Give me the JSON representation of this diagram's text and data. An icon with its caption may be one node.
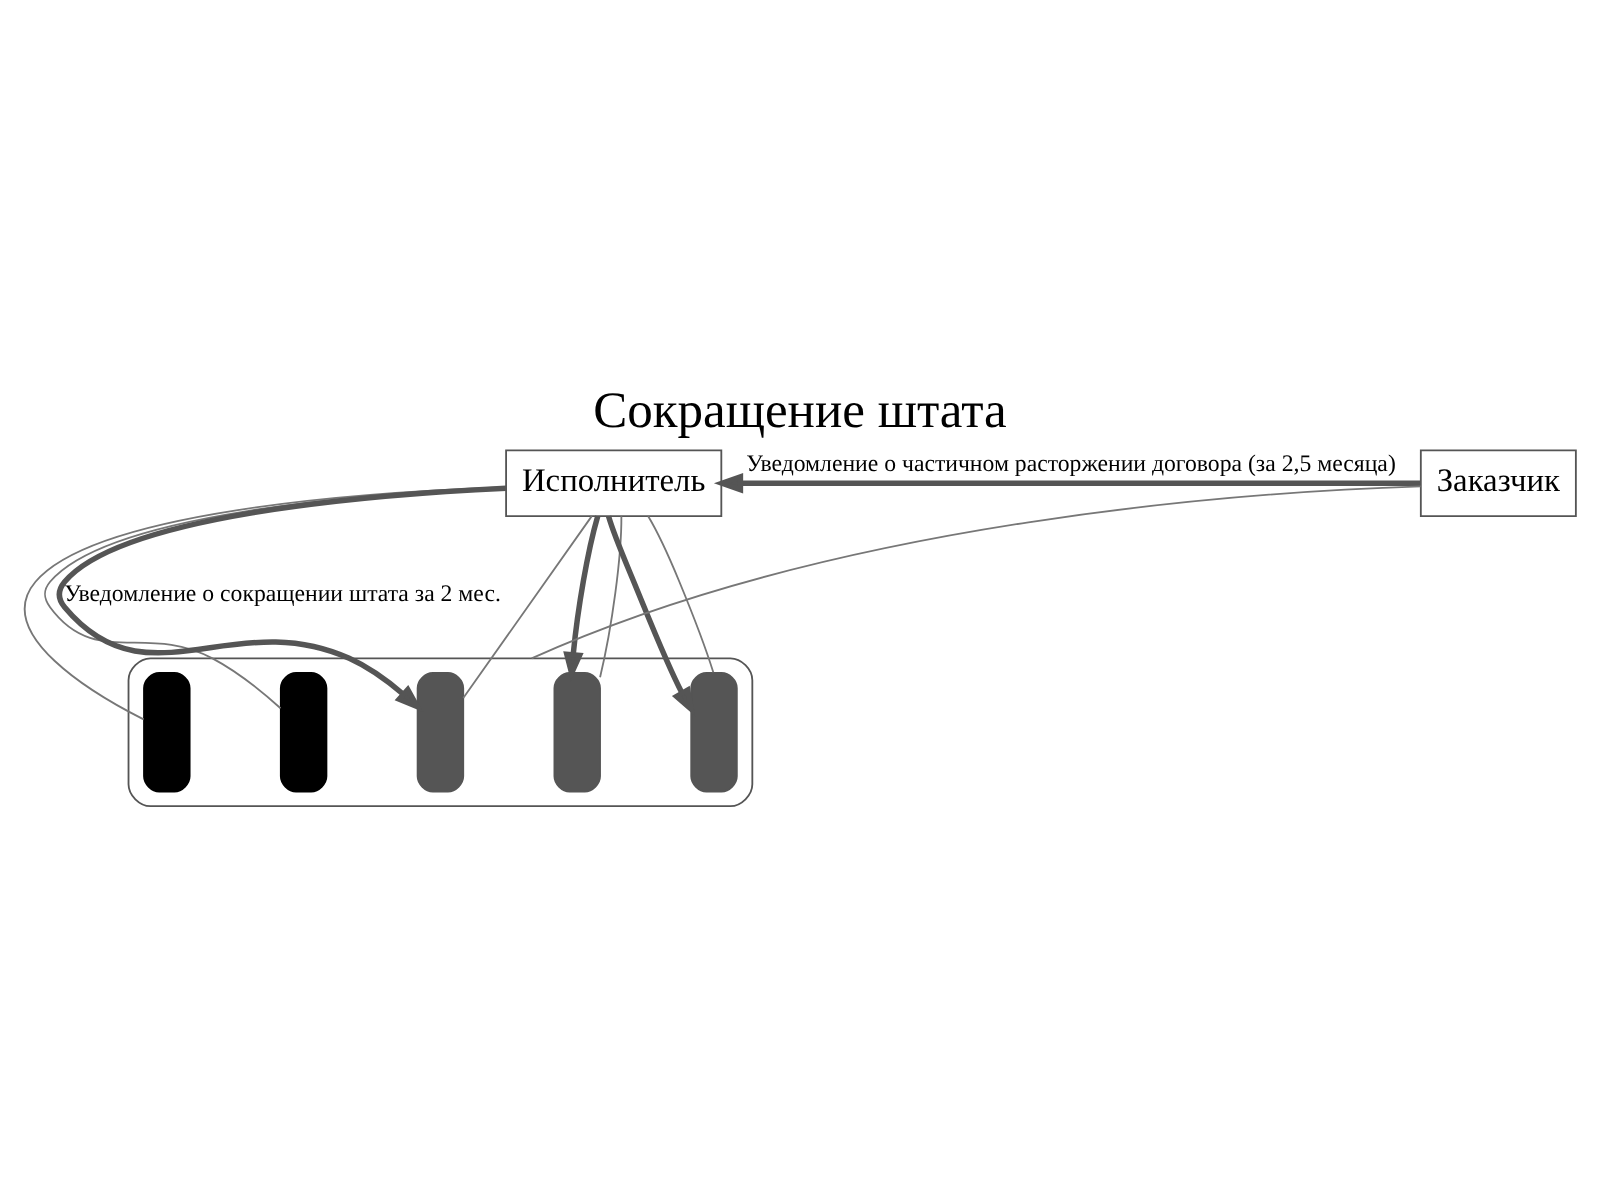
{
  "diagram": {
    "title": "Сокращение штата",
    "nodes": [
      {
        "text": [
          "Исполнитель"
        ]
      },
      {
        "text": [
          "Заказчик"
        ]
      },
      {
        "text": [],
        "shape": "ellipse"
      },
      {
        "text": [],
        "shape": "person",
        "in": 2
      },
      {
        "text": [],
        "shape": "person",
        "in": 2
      },
      {
        "text": [],
        "shape": "person",
        "in": 2
      },
      {
        "text": [],
        "shape": "person",
        "in": 2
      },
      {
        "text": [],
        "shape": "person",
        "in": 2
      }
    ],
    "edges": [
      {
        "from": 1,
        "to": 0,
        "arrow": "to",
        "style": "thick",
        "label": "Уведомление о частичном расторжении договора (за 2,5 месяца)"
      },
      {
        "from": 1,
        "to": 2,
        "arrow": "none"
      },
      {
        "from": 0,
        "to": 5,
        "arrow": "to",
        "style": "thick",
        "label": "Уведомление о сокращении штата за 2 мес."
      },
      {
        "from": 0,
        "to": 6,
        "arrow": "to",
        "style": "thick"
      },
      {
        "from": 0,
        "to": 7,
        "arrow": "to",
        "style": "thick"
      },
      {
        "from": 0,
        "to": 3,
        "arrow": "none"
      },
      {
        "from": 0,
        "to": 4,
        "arrow": "none"
      },
      {
        "from": 0,
        "to": 5,
        "arrow": "none"
      },
      {
        "from": 0,
        "to": 6,
        "arrow": "none"
      },
      {
        "from": 0,
        "to": 7,
        "arrow": "none"
      }
    ]
  }
}
